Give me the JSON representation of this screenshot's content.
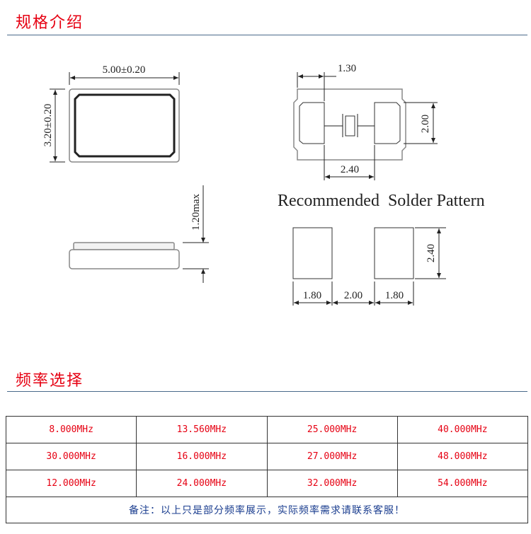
{
  "sections": {
    "spec_title": "规格介绍",
    "freq_title": "频率选择"
  },
  "drawing": {
    "top_view": {
      "width": "5.00±0.20",
      "height": "3.20±0.20"
    },
    "side_view": {
      "height": "1.20max"
    },
    "pad_view": {
      "pad_width": "1.30",
      "pad_height": "2.00",
      "pad_gap": "2.40"
    },
    "solder_title": "Recommended  Solder Pattern",
    "solder": {
      "left": "1.80",
      "middle": "2.00",
      "right": "1.80",
      "height": "2.40"
    }
  },
  "frequencies": {
    "rows": [
      [
        "8.000MHz",
        "13.560MHz",
        "25.000MHz",
        "40.000MHz"
      ],
      [
        "30.000MHz",
        "16.000MHz",
        "27.000MHz",
        "48.000MHz"
      ],
      [
        "12.000MHz",
        "24.000MHz",
        "32.000MHz",
        "54.000MHz"
      ]
    ],
    "note": "备注：以上只是部分频率展示，实际频率需求请联系客服！"
  },
  "colors": {
    "accent": "#e60012",
    "rule": "#4a6a8a",
    "note": "#1a3d8f"
  }
}
